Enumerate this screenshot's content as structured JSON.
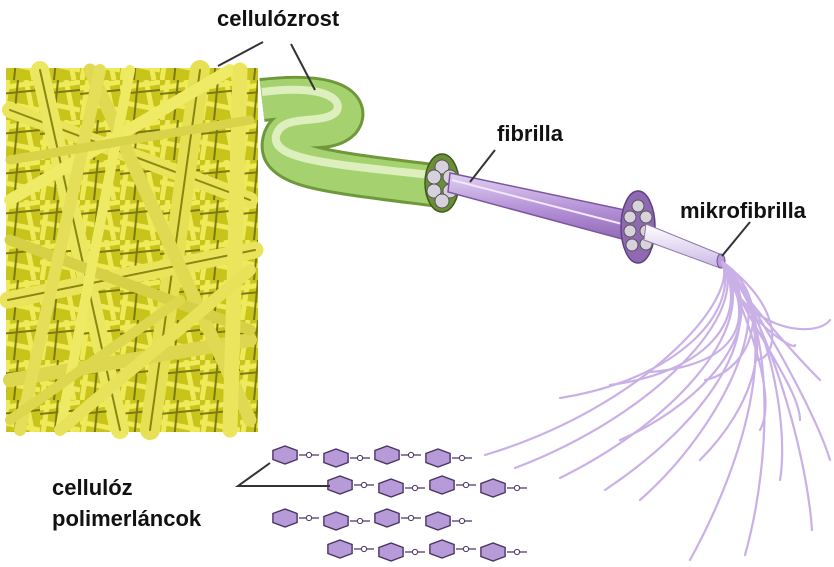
{
  "labels": {
    "cellulose_fiber": "cellulózrost",
    "fibril": "fibrilla",
    "microfibril": "mikrofibrilla",
    "chains_line1": "cellulóz",
    "chains_line2": "polimerláncok"
  },
  "colors": {
    "micrograph": "#d8d820",
    "fiber_green": "#a6d16f",
    "fibril_purple": "#b490d6",
    "microfibril_pale": "#ddd0f0",
    "strand": "#c9b0e6",
    "ring": "#b79ad8"
  },
  "chain_rows": [
    {
      "rings": 4
    },
    {
      "rings": 4
    },
    {
      "rings": 4
    },
    {
      "rings": 4
    }
  ]
}
